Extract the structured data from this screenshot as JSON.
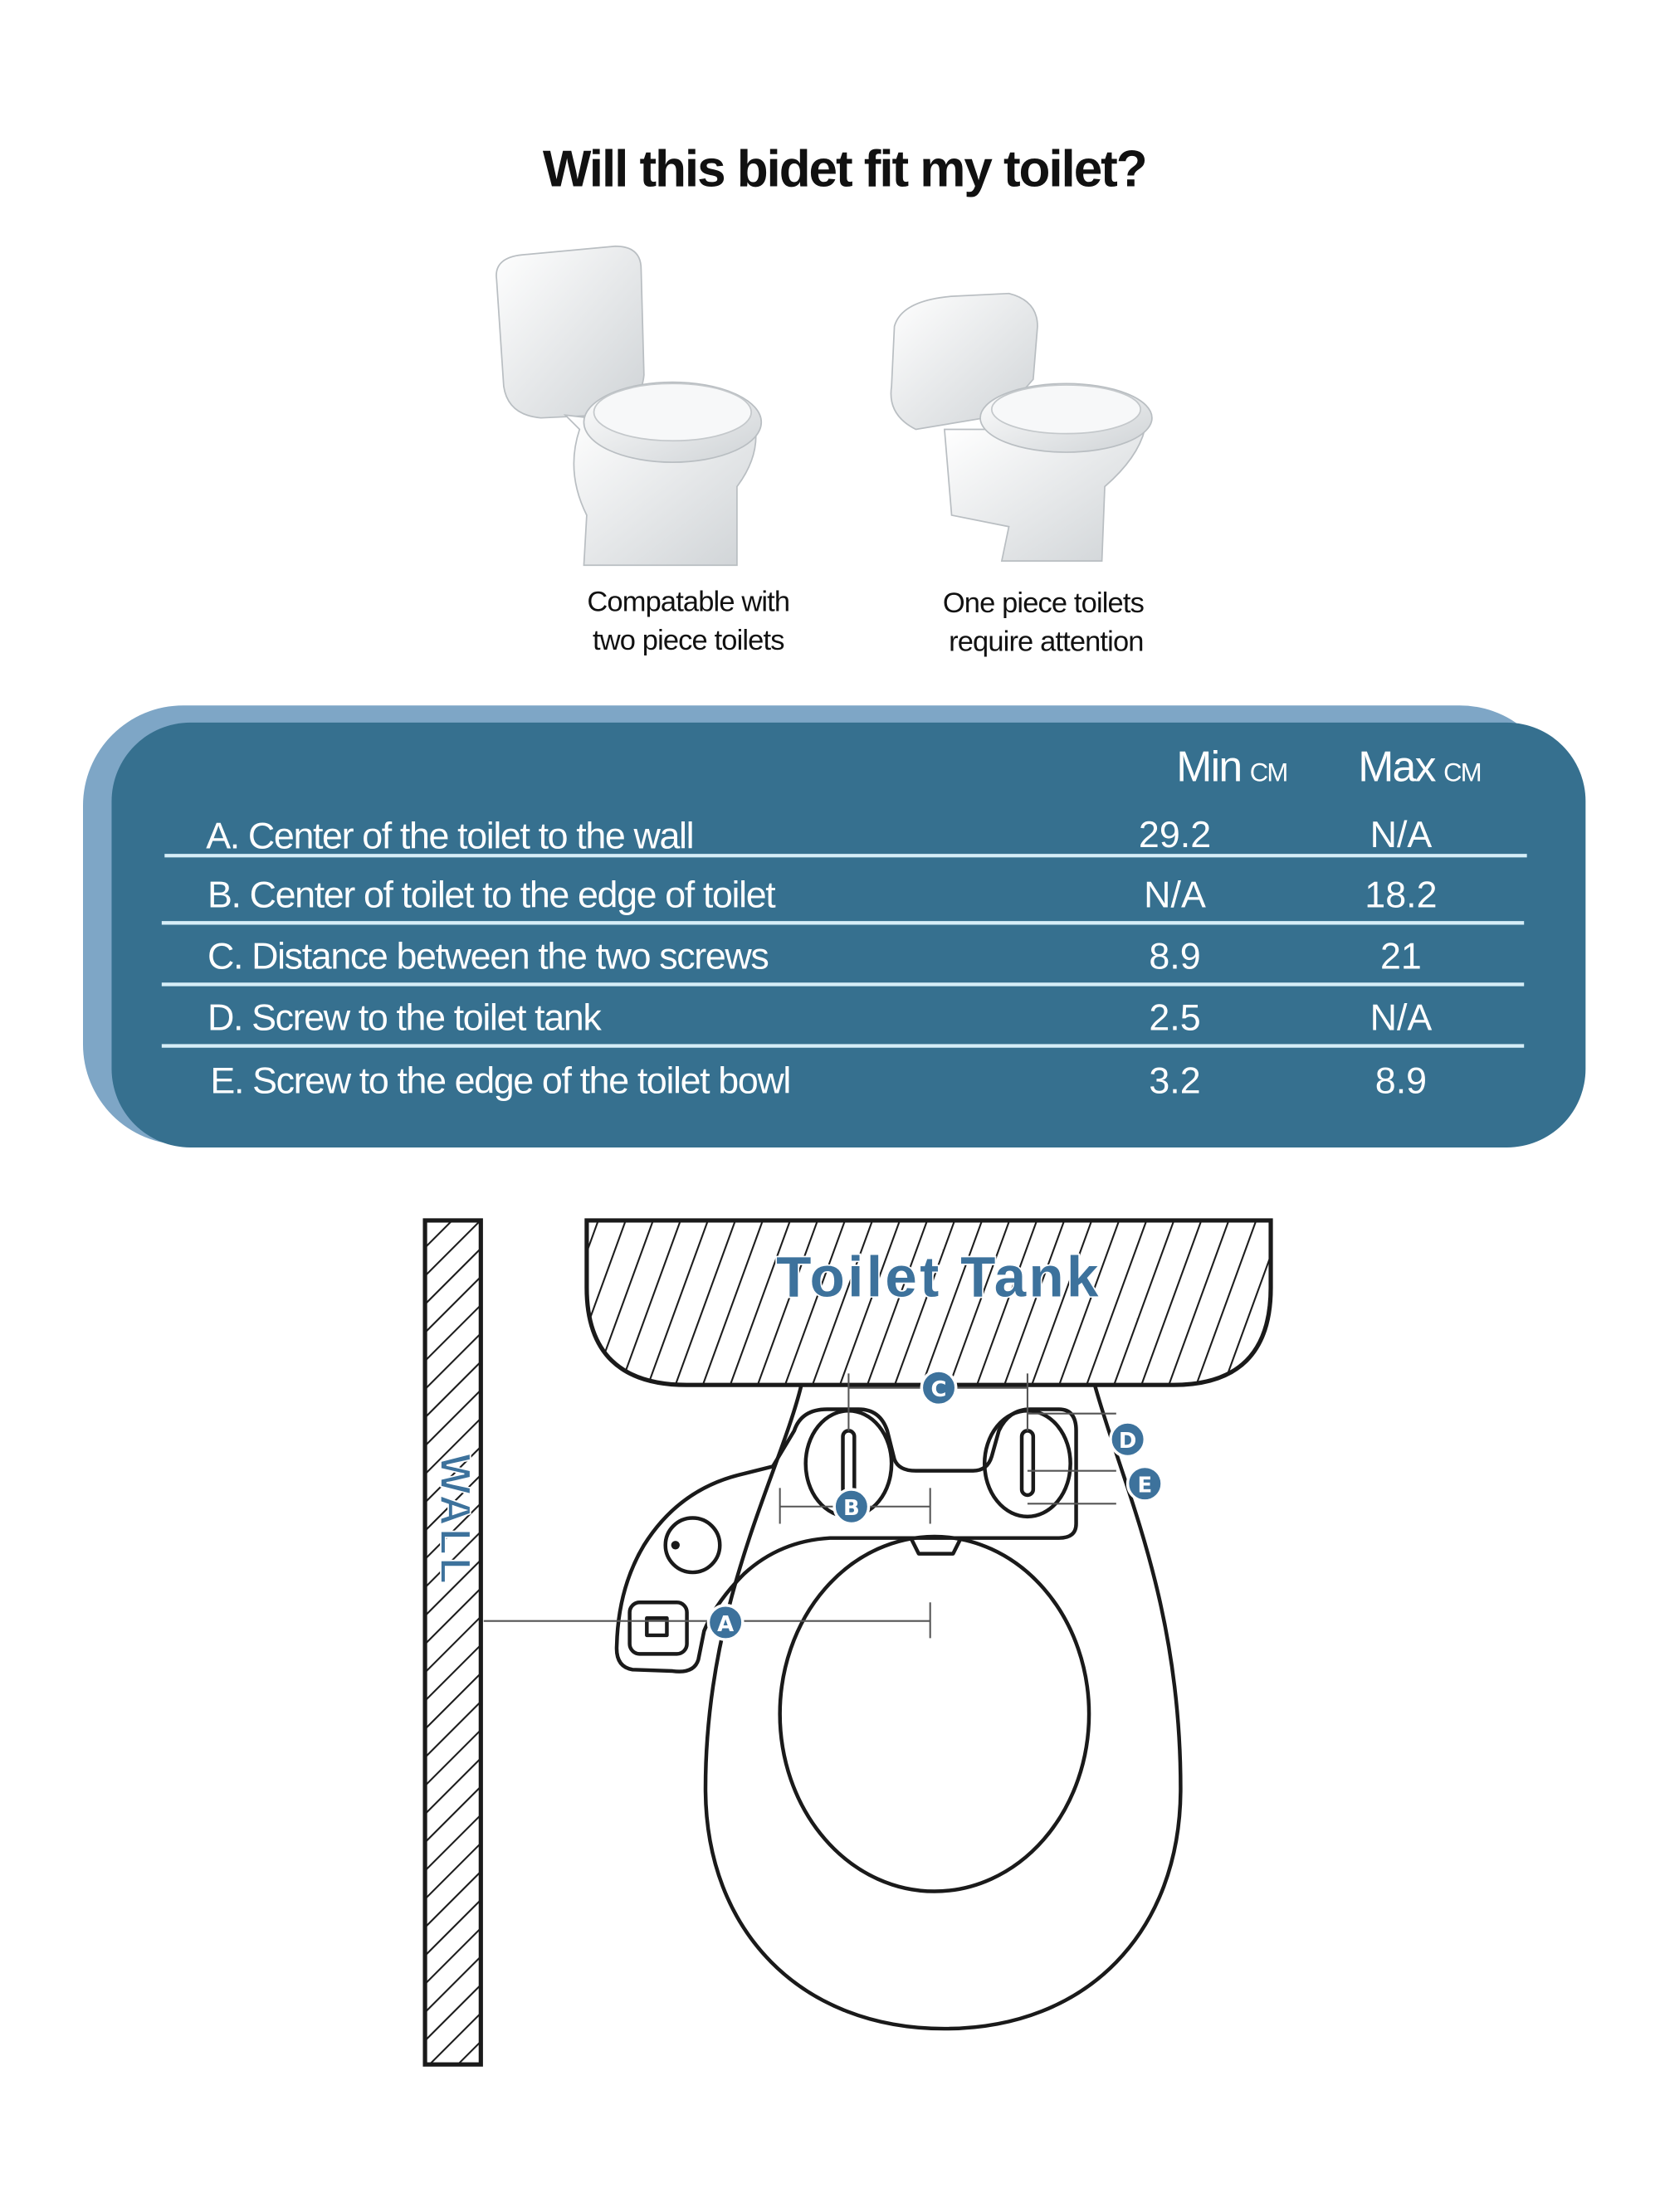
{
  "title": "Will this bidet fit my toilet?",
  "toilets": [
    {
      "icon": "two-piece-toilet-image",
      "caption_line1": "Compatable with",
      "caption_line2": "two piece toilets"
    },
    {
      "icon": "one-piece-toilet-image",
      "caption_line1": "One piece toilets",
      "caption_line2": "require attention"
    }
  ],
  "table": {
    "headers": {
      "min": "Min",
      "max": "Max",
      "unit": "CM"
    },
    "rows": [
      {
        "label": "A. Center of the toilet to the wall",
        "min": "29.2",
        "max": "N/A"
      },
      {
        "label": "B. Center of toilet to the edge of toilet",
        "min": "N/A",
        "max": "18.2"
      },
      {
        "label": "C. Distance between the two screws",
        "min": "8.9",
        "max": "21"
      },
      {
        "label": "D. Screw to the toilet tank",
        "min": "2.5",
        "max": "N/A"
      },
      {
        "label": "E. Screw to the edge of the toilet bowl",
        "min": "3.2",
        "max": "8.9"
      }
    ]
  },
  "diagram": {
    "tank_label": "Toilet Tank",
    "wall_label": "WALL",
    "markers": {
      "a": "A",
      "b": "B",
      "c": "C",
      "d": "D",
      "e": "E"
    }
  },
  "colors": {
    "panel": "#36708f",
    "panel_back": "#7ea6c6",
    "accent": "#3d729c"
  }
}
